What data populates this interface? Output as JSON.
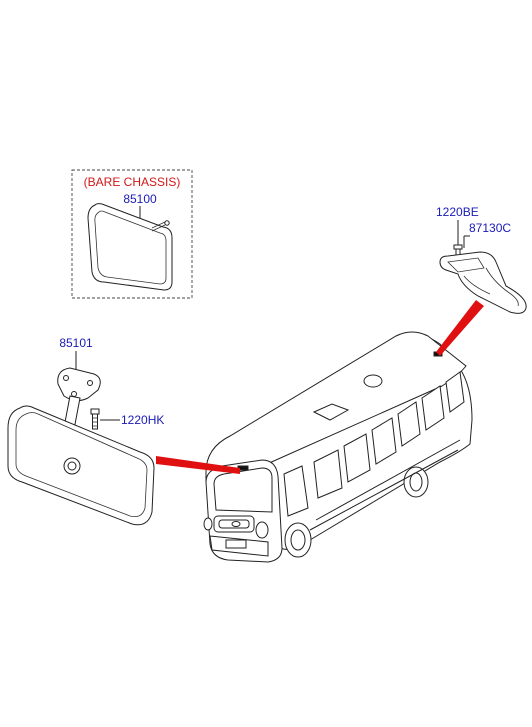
{
  "diagram": {
    "boxed_note": "(BARE CHASSIS)",
    "parts": {
      "mirror_bare_chassis": "85100",
      "inside_mirror": "85101",
      "screw_inside_mirror": "1220HK",
      "screw_outside": "1220BE",
      "outside_mirror": "87130C"
    }
  },
  "colors": {
    "part_number": "#1a1ab8",
    "note": "#d01818",
    "pointer": "#e01010"
  }
}
